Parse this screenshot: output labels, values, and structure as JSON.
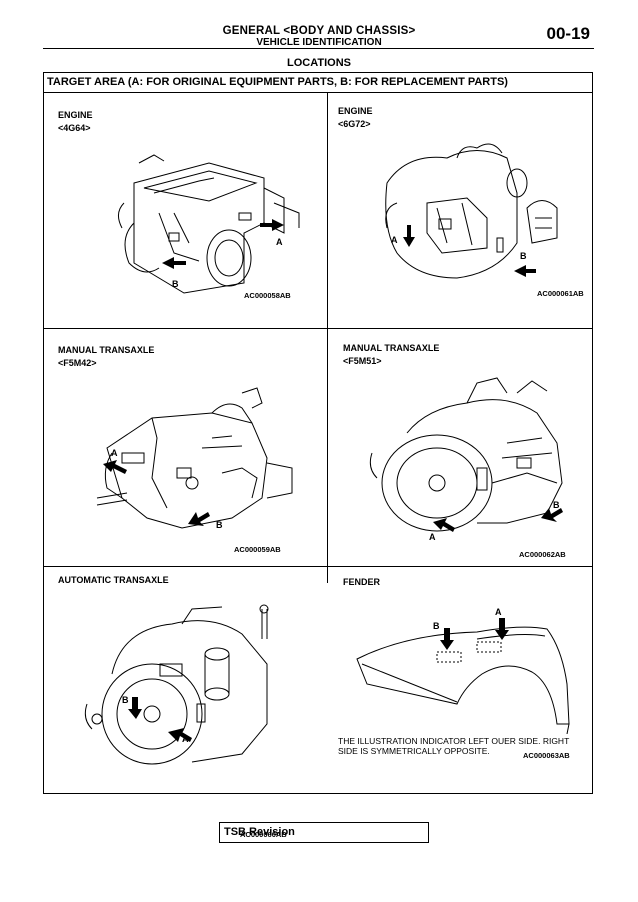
{
  "header": {
    "title": "GENERAL <BODY AND CHASSIS>",
    "subtitle": "VEHICLE IDENTIFICATION",
    "page": "00-19"
  },
  "section_title": "LOCATIONS",
  "table_heading": "TARGET AREA (A: FOR ORIGINAL EQUIPMENT PARTS, B: FOR REPLACEMENT PARTS)",
  "panels": [
    {
      "label_line1": "ENGINE",
      "label_line2": "<4G64>",
      "code": "AC000058AB",
      "marker_a": "A",
      "marker_b": "B"
    },
    {
      "label_line1": "ENGINE",
      "label_line2": "<6G72>",
      "code": "AC000061AB",
      "marker_a": "A",
      "marker_b": "B"
    },
    {
      "label_line1": "MANUAL TRANSAXLE",
      "label_line2": "<F5M42>",
      "code": "AC000059AB",
      "marker_a": "A",
      "marker_b": "B"
    },
    {
      "label_line1": "MANUAL TRANSAXLE",
      "label_line2": "<F5M51>",
      "code": "AC000062AB",
      "marker_a": "A",
      "marker_b": "B"
    },
    {
      "label_line1": "AUTOMATIC TRANSAXLE",
      "label_line2": "",
      "code": "AC000060AB",
      "marker_a": "A",
      "marker_b": "B"
    },
    {
      "label_line1": "FENDER",
      "label_line2": "",
      "code": "AC000063AB",
      "marker_a": "A",
      "marker_b": "B",
      "note": "THE ILLUSTRATION INDICATOR LEFT OUER SIDE. RIGHT SIDE IS SYMMETRICALLY OPPOSITE."
    }
  ],
  "footer": {
    "tsb": "TSB Revision"
  }
}
